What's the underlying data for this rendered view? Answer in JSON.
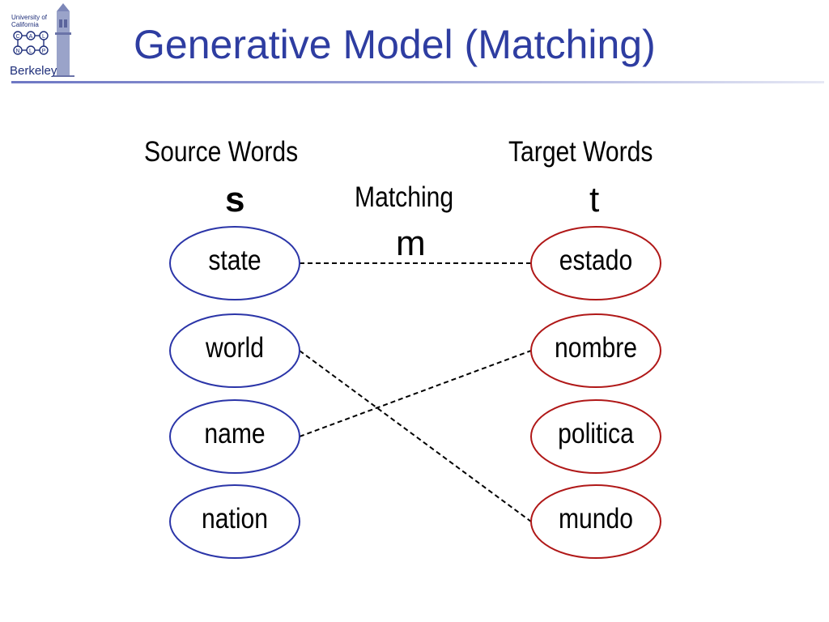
{
  "slide": {
    "title": "Generative Model (Matching)"
  },
  "logo": {
    "line1": "University of",
    "line2": "California",
    "letters": [
      "C",
      "A",
      "L",
      "N",
      "L",
      "P"
    ],
    "wordmark": "Berkeley"
  },
  "diagram": {
    "source_header": "Source  Words",
    "source_symbol": "s",
    "target_header": "Target  Words",
    "target_symbol": "t",
    "matching_header": "Matching",
    "matching_symbol": "m",
    "source_words": [
      "state",
      "world",
      "name",
      "nation"
    ],
    "target_words": [
      "estado",
      "nombre",
      "politica",
      "mundo"
    ],
    "matches": [
      [
        0,
        0
      ],
      [
        1,
        3
      ],
      [
        2,
        1
      ]
    ],
    "colors": {
      "source_border": "#2b35a8",
      "target_border": "#b01818",
      "title": "#2e3da1"
    }
  }
}
